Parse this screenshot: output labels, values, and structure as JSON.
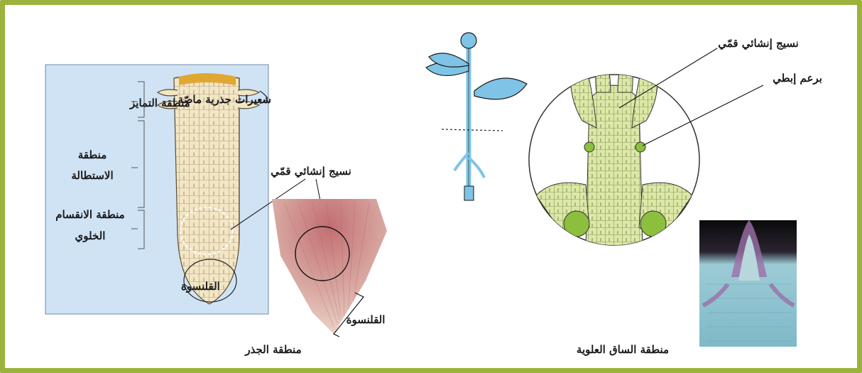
{
  "colors": {
    "frame": "#9bb33d",
    "root_panel": "#cfe3f5",
    "root_tissue": "#f3e6c4",
    "stem_tissue": "#dbe8a6",
    "bud_green": "#8cbf3e",
    "micrograph_root": "#c98c86",
    "micrograph_stem": "#8ec3cf",
    "seedling_blue": "#7fc4e6"
  },
  "icons": [
    "seedling-icon"
  ],
  "root_section": {
    "zone_differentiation": "منطقة التمايز",
    "zone_elongation_line1": "منطقة",
    "zone_elongation_line2": "الاستطالة",
    "zone_division_line1": "منطقة الانقسام",
    "zone_division_line2": "الخلوي",
    "root_cap": "القلنسوة",
    "root_hairs": "شعيرات جذرية ماصّة",
    "apical_meristem": "نسيج إنشائي قمّي",
    "micrograph_cap": "القلنسوة",
    "caption": "منطقة الجذر"
  },
  "stem_section": {
    "apical_meristem": "نسيج إنشائي قمّي",
    "axillary_bud": "برعم إبطي",
    "caption": "منطقة الساق العلوية"
  }
}
